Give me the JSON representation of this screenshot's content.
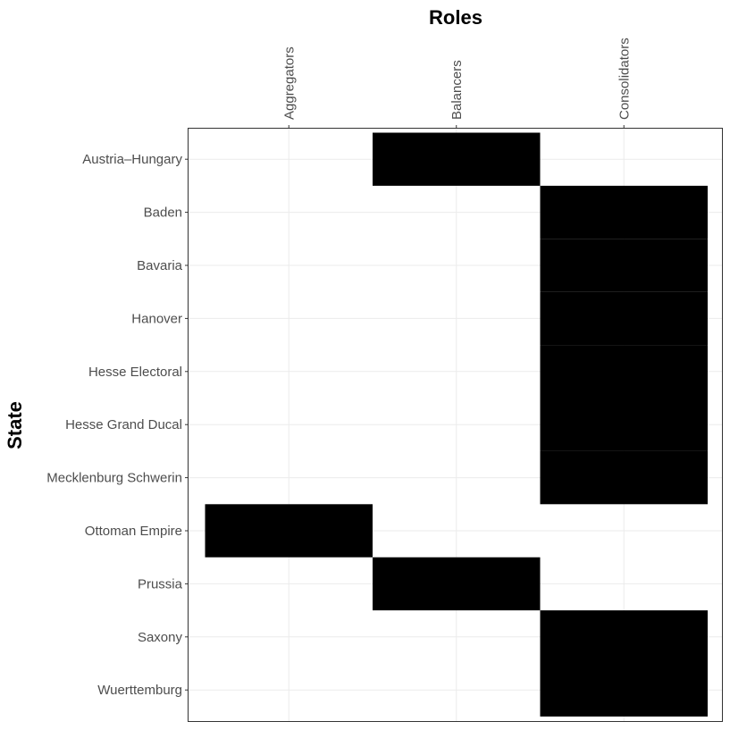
{
  "chart_data": {
    "type": "heatmap",
    "title": "",
    "xlabel": "Roles",
    "ylabel": "State",
    "x_axis_position": "top",
    "x_categories": [
      "Aggregators",
      "Balancers",
      "Consolidators"
    ],
    "y_categories": [
      "Austria–Hungary",
      "Baden",
      "Bavaria",
      "Hanover",
      "Hesse Electoral",
      "Hesse Grand Ducal",
      "Mecklenburg Schwerin",
      "Ottoman Empire",
      "Prussia",
      "Saxony",
      "Wuerttemburg"
    ],
    "values": [
      [
        0,
        1,
        0
      ],
      [
        0,
        0,
        1
      ],
      [
        0,
        0,
        1
      ],
      [
        0,
        0,
        1
      ],
      [
        0,
        0,
        1
      ],
      [
        0,
        0,
        1
      ],
      [
        0,
        0,
        1
      ],
      [
        1,
        0,
        0
      ],
      [
        0,
        1,
        0
      ],
      [
        0,
        0,
        1
      ],
      [
        0,
        0,
        1
      ]
    ],
    "fill_color": "#000000",
    "empty_color": "#ffffff",
    "grid": true,
    "legend": "none"
  }
}
